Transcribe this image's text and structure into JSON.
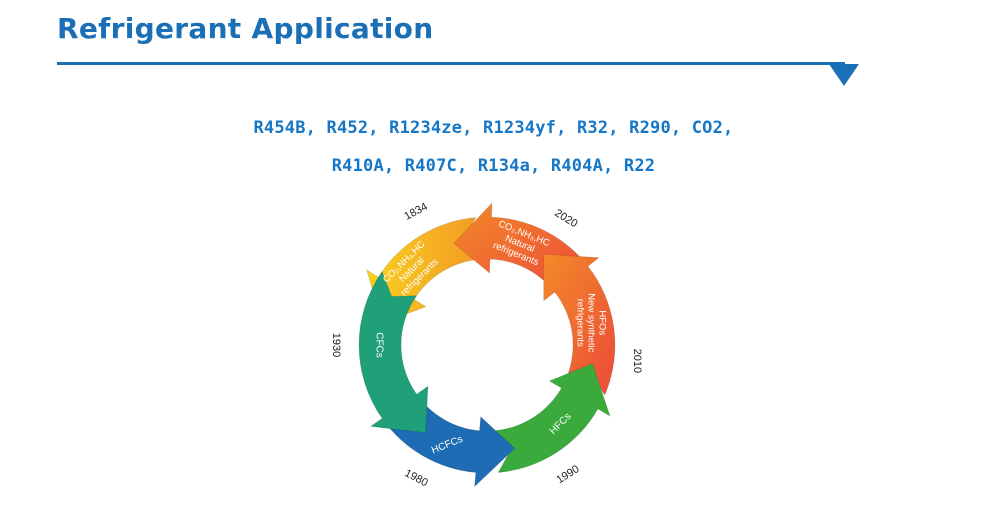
{
  "title": "Refrigerant Application",
  "refrigerants": {
    "line1": "R454B, R452, R1234ze, R1234yf, R32, R290, CO2,",
    "line2": "R410A, R407C, R134a, R404A, R22"
  },
  "cycle": {
    "segments": [
      {
        "name": "CFCs",
        "year": "1930",
        "color": "#1fa078",
        "lines": [
          "CFCs"
        ]
      },
      {
        "name": "HCFCs",
        "year": "1980",
        "color": "#1e6cb4",
        "lines": [
          "HCFCs"
        ]
      },
      {
        "name": "HFCs",
        "year": "1990",
        "color": "#3aaa3c",
        "lines": [
          "HFCs"
        ]
      },
      {
        "name": "HFOs",
        "year": "2010",
        "color": "#ea4a3c",
        "lines": [
          "HFOs",
          "New synthetic",
          "refrigerants"
        ]
      },
      {
        "name": "natural-2020",
        "year": "2020",
        "color": "#f27b2c",
        "lines": [
          "CO₂,NH₃,HC",
          "Natural",
          "refrigerants"
        ]
      },
      {
        "name": "natural-1834",
        "year": "1834",
        "color": "#f7d11e",
        "lines": [
          "CO₂,NH₃,HC",
          "Natural",
          "refrigerants"
        ]
      }
    ]
  }
}
